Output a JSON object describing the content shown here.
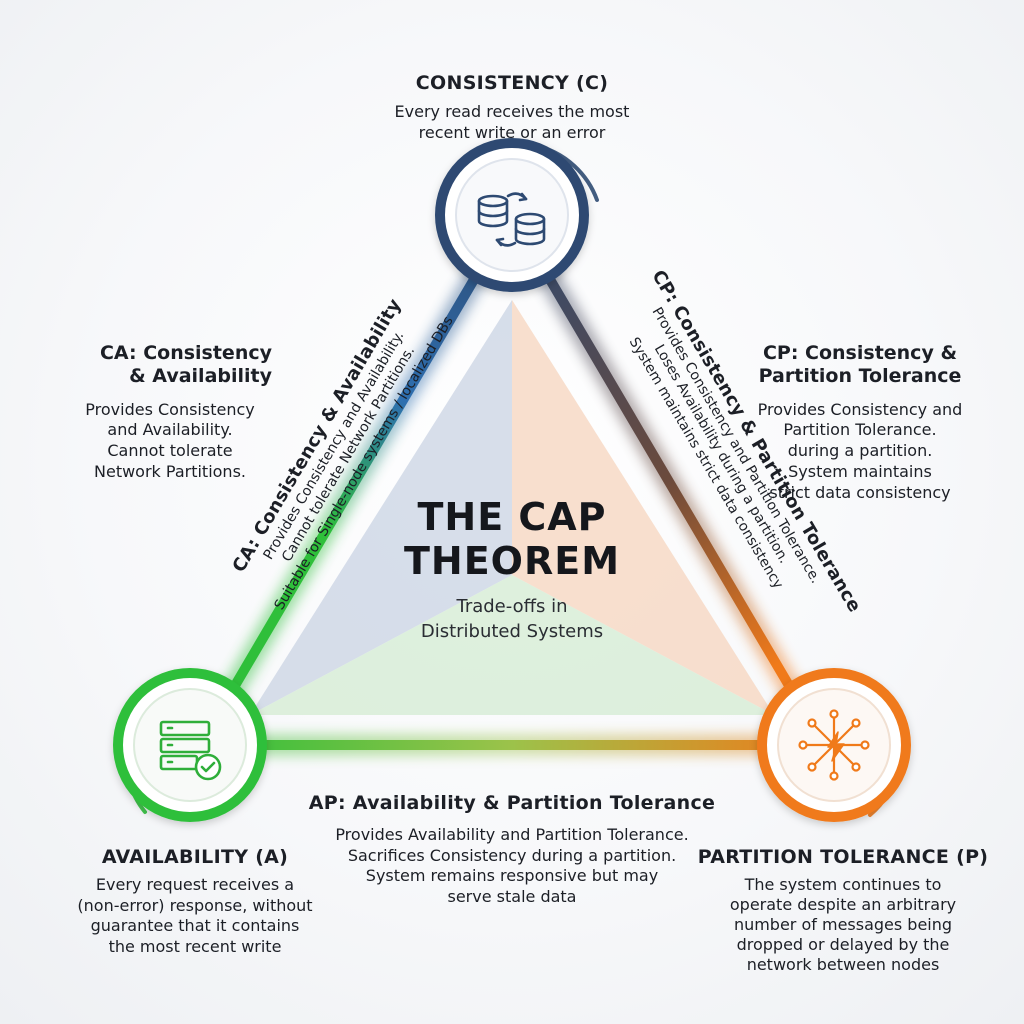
{
  "colors": {
    "consistency": "#2e4a72",
    "availability": "#2fbf3a",
    "partition": "#f07a1a",
    "fill_ca": "#c9d3e3",
    "fill_cp": "#f6d7c2",
    "fill_ap": "#d6ecd4"
  },
  "icons": {
    "consistency": "database-sync-icon",
    "availability": "server-check-icon",
    "partition": "network-lightning-icon"
  },
  "title": {
    "line1": "THE CAP",
    "line2": "THEOREM",
    "subtitle_line1": "Trade-offs in",
    "subtitle_line2": "Distributed Systems"
  },
  "consistency": {
    "heading": "CONSISTENCY (C)",
    "lines": [
      "Every read receives the most",
      "recent write or an error"
    ]
  },
  "availability": {
    "heading": "AVAILABILITY (A)",
    "lines": [
      "Every request receives a",
      "(non-error) response, without",
      "guarantee that it contains",
      "the most recent write"
    ]
  },
  "partition": {
    "heading": "PARTITION TOLERANCE (P)",
    "lines": [
      "The system continues to",
      "operate despite an arbitrary",
      "number of messages being",
      "dropped or delayed by the",
      "network between nodes"
    ]
  },
  "ca_outer": {
    "heading_lines": [
      "CA: Consistency",
      "& Availability"
    ],
    "lines": [
      "Provides Consistency",
      "and Availability.",
      "Cannot tolerate",
      "Network Partitions."
    ]
  },
  "cp_outer": {
    "heading_lines": [
      "CP: Consistency &",
      "Partition Tolerance"
    ],
    "lines": [
      "Provides Consistency and",
      "Partition Tolerance.",
      "during a partition.",
      "System maintains",
      "strict data consistency"
    ]
  },
  "ap": {
    "heading": "AP: Availability & Partition Tolerance",
    "lines": [
      "Provides Availability and Partition Tolerance.",
      "Sacrifices Consistency during a partition.",
      "System remains responsive but may",
      "serve stale data"
    ]
  },
  "ca_edge": {
    "heading": "CA: Consistency & Availability",
    "lines": [
      "Provides Consistency and Availability.",
      "Cannot tolerate Network Partitions.",
      "Suitable for Single-node systems / localized DBs"
    ]
  },
  "cp_edge": {
    "heading": "CP: Consistency & Partition Tolerance",
    "lines": [
      "Provides Consistency and Partition Tolerance.",
      "Loses Availability during a partition.",
      "System maintains strict data consistency"
    ]
  }
}
